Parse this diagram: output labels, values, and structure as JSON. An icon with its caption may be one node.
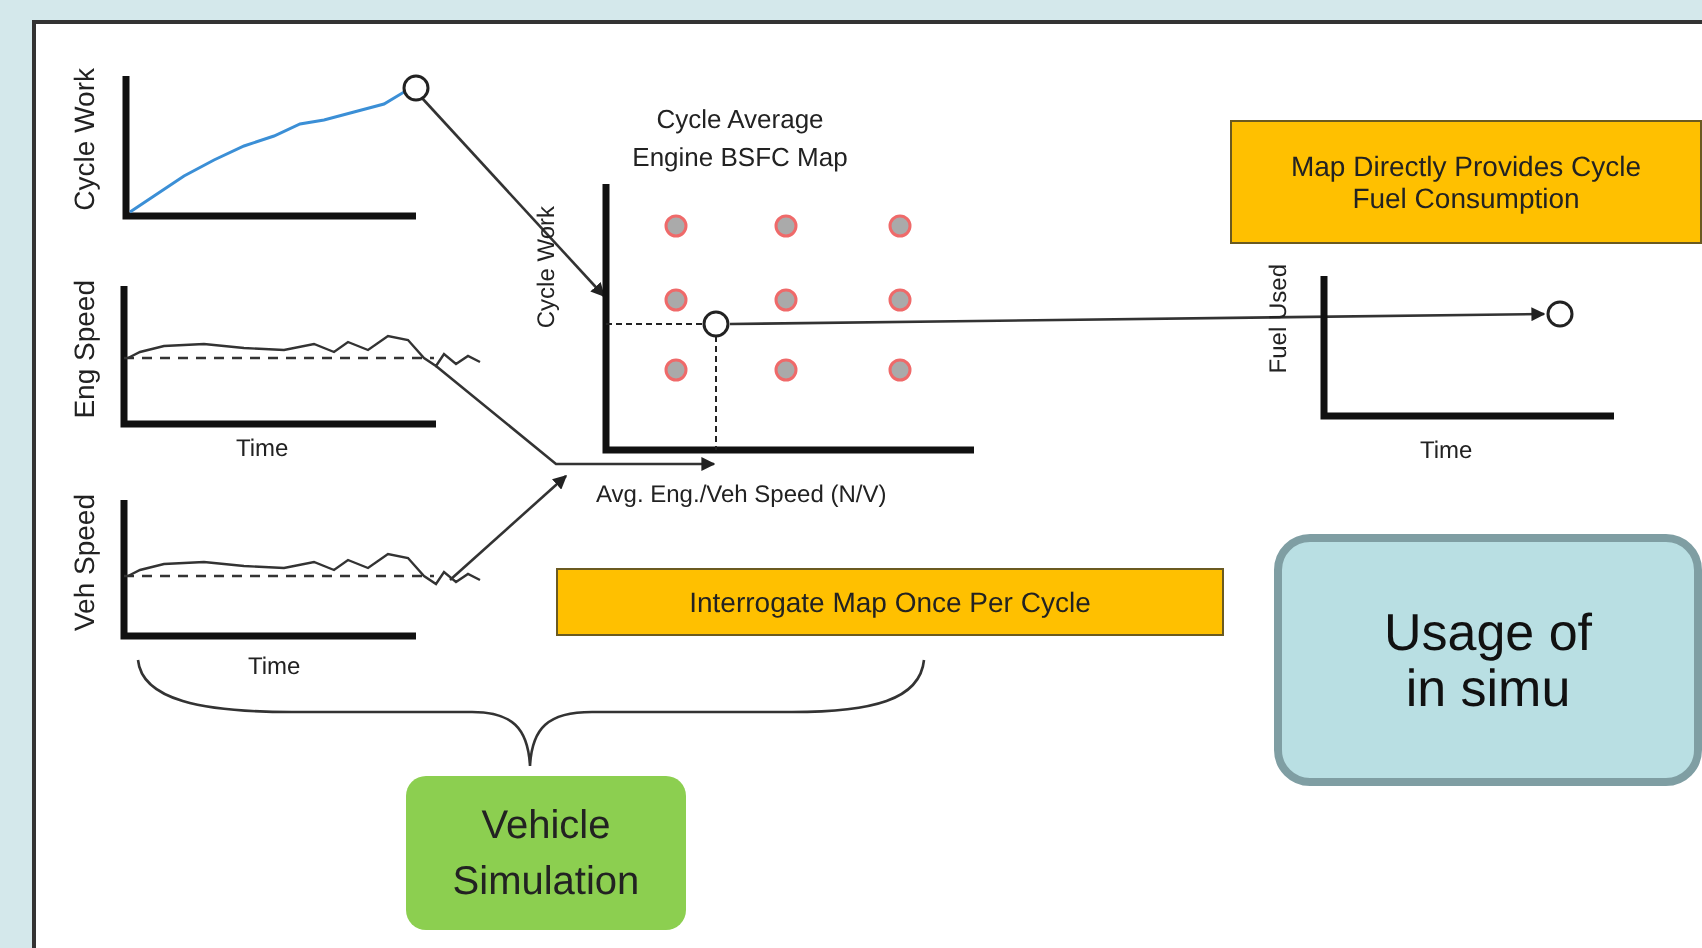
{
  "diagram": {
    "nodes": [
      {
        "text": [
          "Cycle Work"
        ]
      },
      {
        "text": [
          "Eng Speed",
          "Time"
        ]
      },
      {
        "text": [
          "Veh Speed",
          "Time"
        ]
      },
      {
        "text": [
          "Cycle Average Engine BSFC Map",
          "Cycle Work",
          "Avg. Eng./Veh Speed (N/V)"
        ]
      },
      {
        "text": [
          "Fuel Used",
          "Time"
        ]
      },
      {
        "text": [
          "Map Directly Provides Cycle Fuel Consumption"
        ]
      },
      {
        "text": [
          "Interrogate Map Once Per Cycle"
        ]
      },
      {
        "text": [
          "Usage of in simu"
        ]
      },
      {
        "text": [
          "Vehicle Simulation"
        ]
      }
    ],
    "edges": [
      {
        "from": 0,
        "to": 3,
        "arrow": "to"
      },
      {
        "from": 1,
        "to": 3,
        "arrow": "to"
      },
      {
        "from": 2,
        "to": 3,
        "arrow": "to"
      },
      {
        "from": 3,
        "to": 4,
        "arrow": "to"
      }
    ]
  }
}
